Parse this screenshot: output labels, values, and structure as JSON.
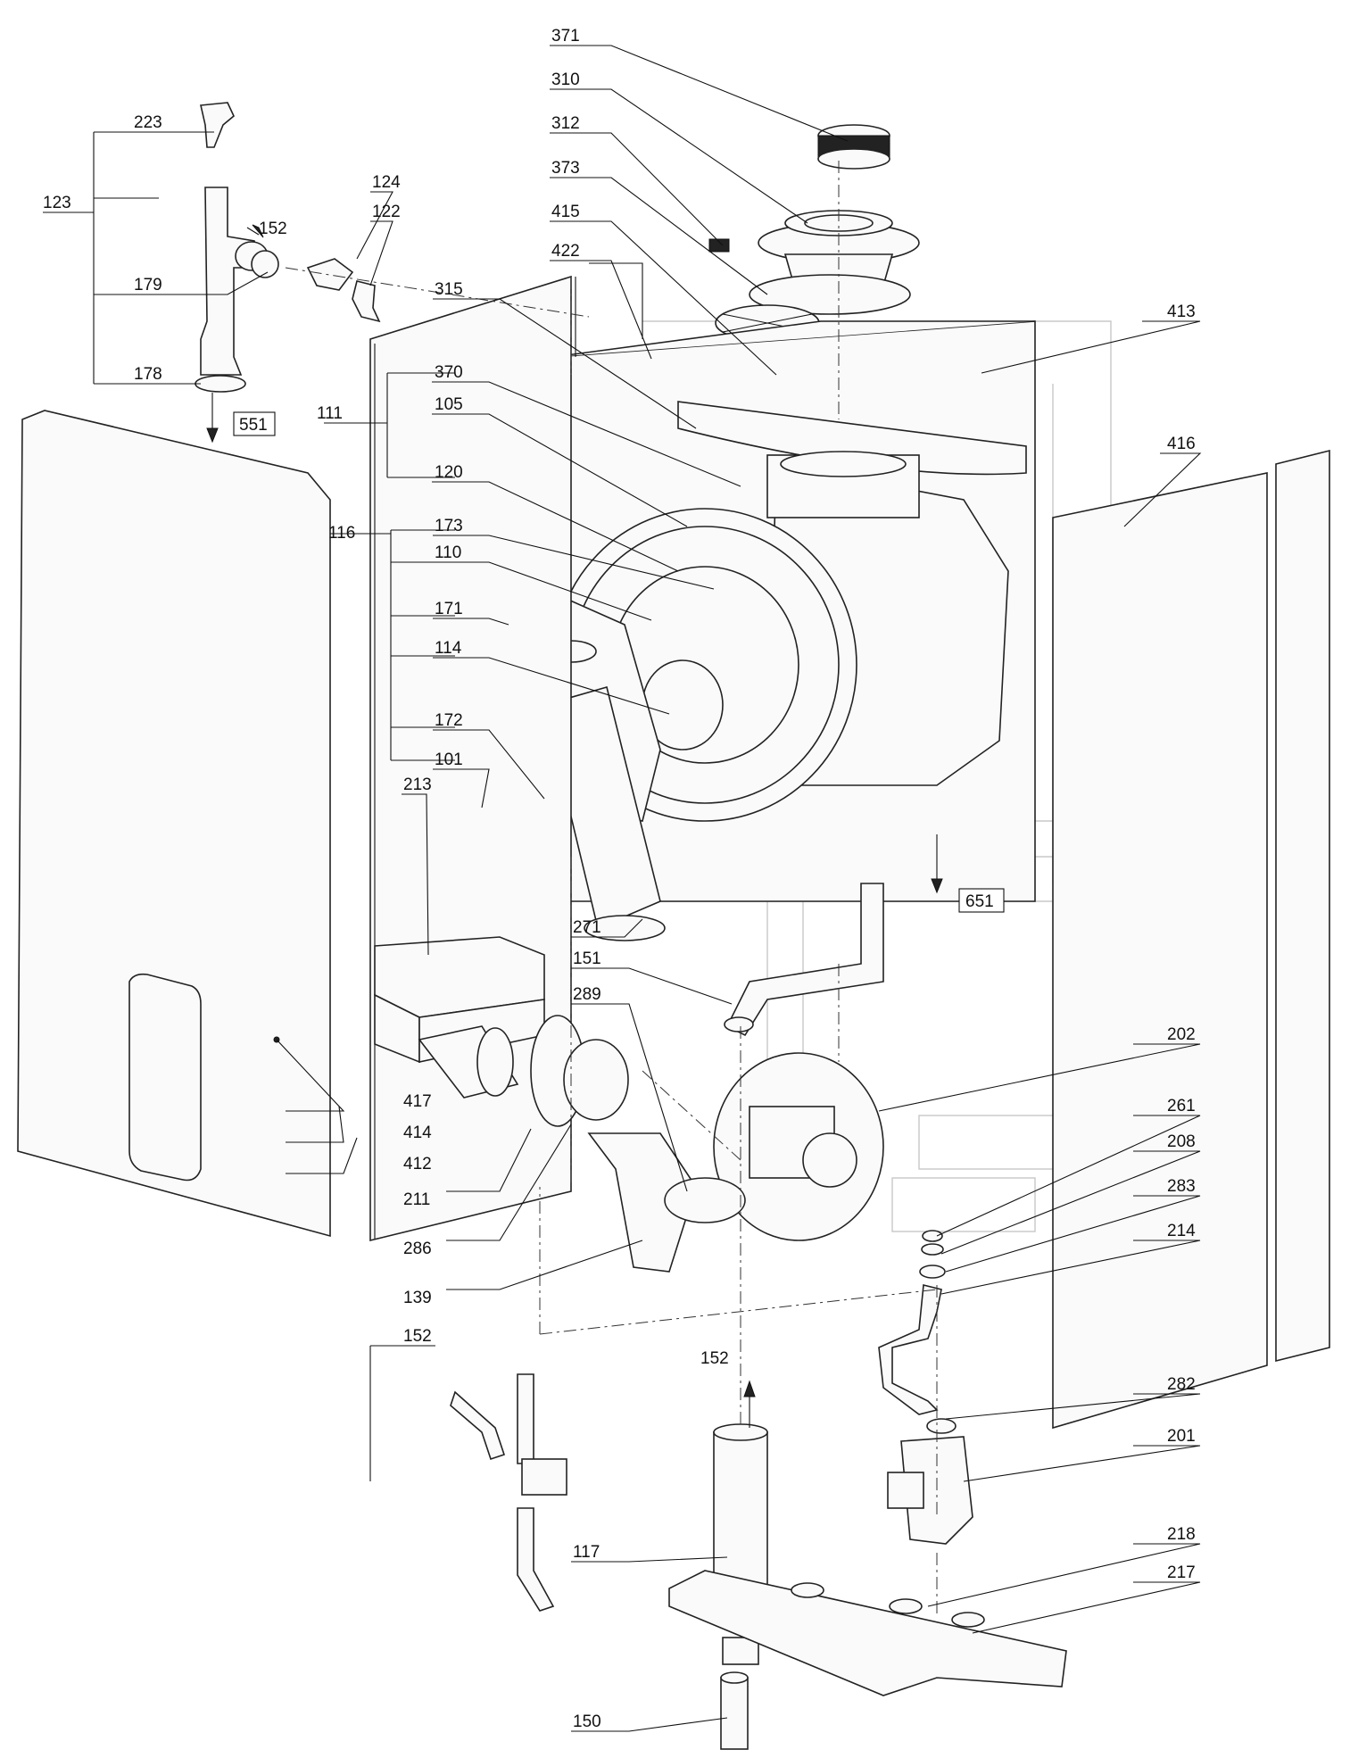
{
  "labels": {
    "l371": "371",
    "l310": "310",
    "l312": "312",
    "l373": "373",
    "l415": "415",
    "l422": "422",
    "l413": "413",
    "l416": "416",
    "l315": "315",
    "l370": "370",
    "l105": "105",
    "l111": "111",
    "l120": "120",
    "l116": "116",
    "l173": "173",
    "l110": "110",
    "l171": "171",
    "l114": "114",
    "l172": "172",
    "l101": "101",
    "l213": "213",
    "l271": "271",
    "l151": "151",
    "l289": "289",
    "l651": "651",
    "l223": "223",
    "l123": "123",
    "l152a": "152",
    "l179": "179",
    "l124": "124",
    "l122": "122",
    "l178": "178",
    "l551": "551",
    "l202": "202",
    "l261": "261",
    "l208": "208",
    "l283": "283",
    "l214": "214",
    "l417": "417",
    "l414": "414",
    "l412": "412",
    "l211": "211",
    "l286": "286",
    "l139": "139",
    "l152b": "152",
    "l152c": "152",
    "l282": "282",
    "l201": "201",
    "l117": "117",
    "l218": "218",
    "l217": "217",
    "l150": "150"
  },
  "colors": {
    "ink": "#111111",
    "ghost": "#c8c8c8",
    "fill": "#fafafa"
  }
}
